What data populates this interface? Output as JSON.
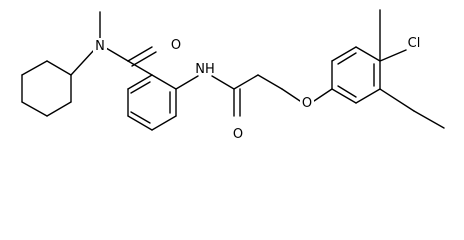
{
  "structure": {
    "atom_labels": {
      "n_methyl": "N",
      "o_carbonyl_top": "O",
      "nh_amide": "NH",
      "o_carbonyl_bottom": "O",
      "o_ether": "O",
      "cl": "Cl"
    }
  }
}
